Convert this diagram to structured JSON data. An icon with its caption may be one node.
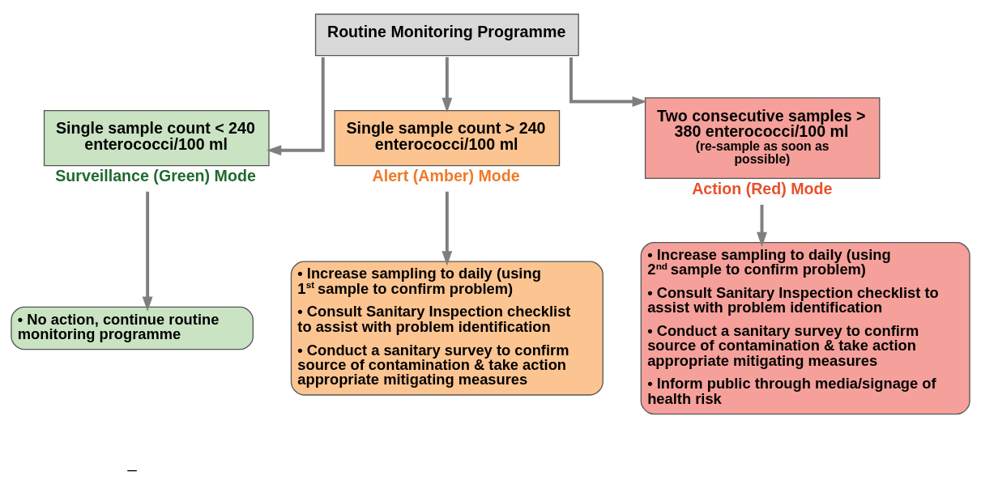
{
  "diagram": {
    "nodes": [
      {
        "text": [
          "Routine Monitoring Programme"
        ]
      },
      {
        "text": [
          "Single sample count < 240 enterococci/100 ml"
        ],
        "beside": [
          "Surveillance (Green) Mode"
        ]
      },
      {
        "text": [
          "Single sample count > 240 enterococci/100 ml"
        ],
        "beside": [
          "Alert (Amber) Mode"
        ]
      },
      {
        "text": [
          "Two consecutive samples > 380 enterococci/100 ml",
          "(re-sample as soon as possible)"
        ],
        "beside": [
          "Action (Red) Mode"
        ]
      },
      {
        "text": [
          "• No action, continue routine monitoring programme"
        ]
      },
      {
        "text": [
          "• Increase sampling to daily (using 1$^{st}$ sample to confirm problem)",
          "• Consult Sanitary Inspection checklist to assist with problem identification",
          "• Conduct a sanitary survey to confirm source of contamination & take action appropriate mitigating measures"
        ]
      },
      {
        "text": [
          "• Increase sampling to daily (using 2$^{nd}$ sample to confirm problem)",
          "• Consult Sanitary Inspection checklist to assist with problem identification",
          "• Conduct a sanitary survey to confirm source of contamination & take action appropriate mitigating measures",
          "• Inform public through media/signage of health risk"
        ]
      }
    ],
    "edges": [
      {
        "from": 0,
        "to": 1,
        "arrow": "to"
      },
      {
        "from": 0,
        "to": 2,
        "arrow": "to"
      },
      {
        "from": 0,
        "to": 3,
        "arrow": "to"
      },
      {
        "from": 1,
        "to": 4,
        "arrow": "to"
      },
      {
        "from": 2,
        "to": 5,
        "arrow": "to"
      },
      {
        "from": 3,
        "to": 6,
        "arrow": "to"
      }
    ],
    "labels": [
      "–"
    ]
  }
}
